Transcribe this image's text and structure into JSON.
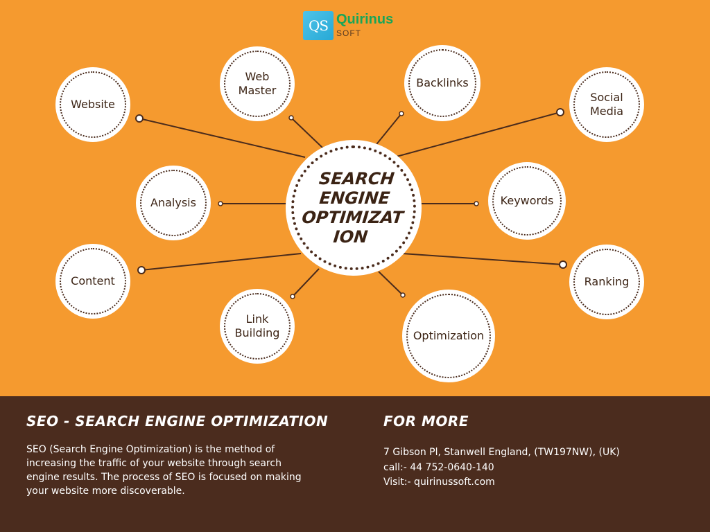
{
  "logo": {
    "mark": "QS",
    "name": "Quirinus",
    "sub": "SOFT"
  },
  "diagram": {
    "center": "SEARCH\nENGINE\nOPTIMIZAT\nION",
    "nodes": {
      "website": "Website",
      "web_master": "Web\nMaster",
      "backlinks": "Backlinks",
      "social_media": "Social\nMedia",
      "analysis": "Analysis",
      "keywords": "Keywords",
      "content": "Content",
      "ranking": "Ranking",
      "link_building": "Link\nBuilding",
      "optimization": "Optimization"
    }
  },
  "footer": {
    "left_heading": "SEO - SEARCH ENGINE OPTIMIZATION",
    "description": "SEO (Search Engine Optimization) is the method of increasing the traffic of your website through search engine results. The process of SEO is focused on making your website more discoverable.",
    "right_heading": "FOR MORE",
    "address": "7 Gibson Pl, Stanwell England, (TW197NW), (UK)",
    "phone": "call:- 44 752-0640-140",
    "website": "Visit:- quirinussoft.com"
  },
  "colors": {
    "background": "#f59a2f",
    "footer": "#4b2c1e",
    "node": "#ffffff",
    "ink": "#3b2314",
    "brand_green": "#1aa557",
    "brand_blue": "#27a9d6"
  }
}
